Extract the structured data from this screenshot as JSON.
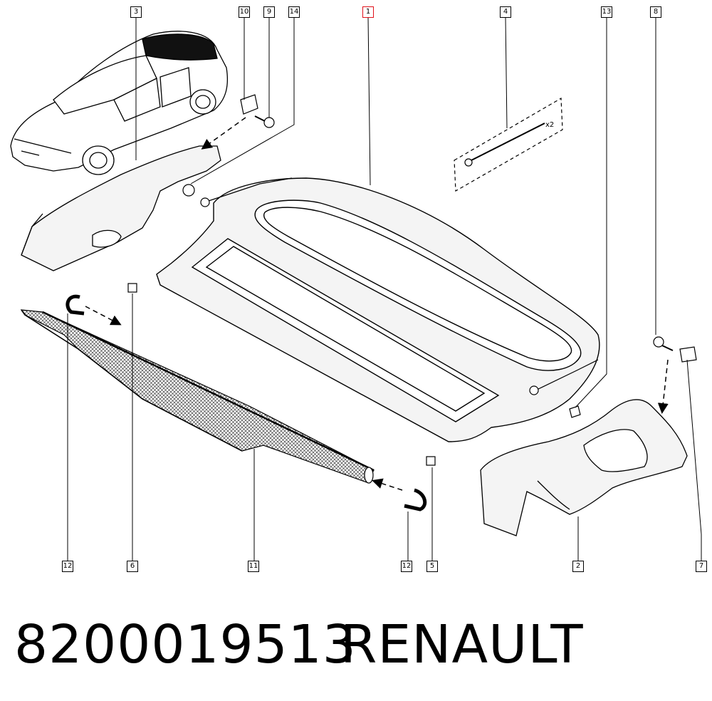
{
  "callouts": {
    "c1": "1",
    "c2": "2",
    "c3": "3",
    "c4": "4",
    "c5": "5",
    "c6": "6",
    "c7": "7",
    "c8": "8",
    "c9": "9",
    "c10": "10",
    "c11": "11",
    "c12a": "12",
    "c12b": "12",
    "c13": "13",
    "c14": "14"
  },
  "annotations": {
    "qty": "x2"
  },
  "footer": {
    "part_number": "8200019513",
    "brand": "RENAULT"
  },
  "colors": {
    "highlight": "#e0101a",
    "line": "#000000",
    "panel_fill": "#f4f4f4",
    "car_roof": "#111111"
  }
}
